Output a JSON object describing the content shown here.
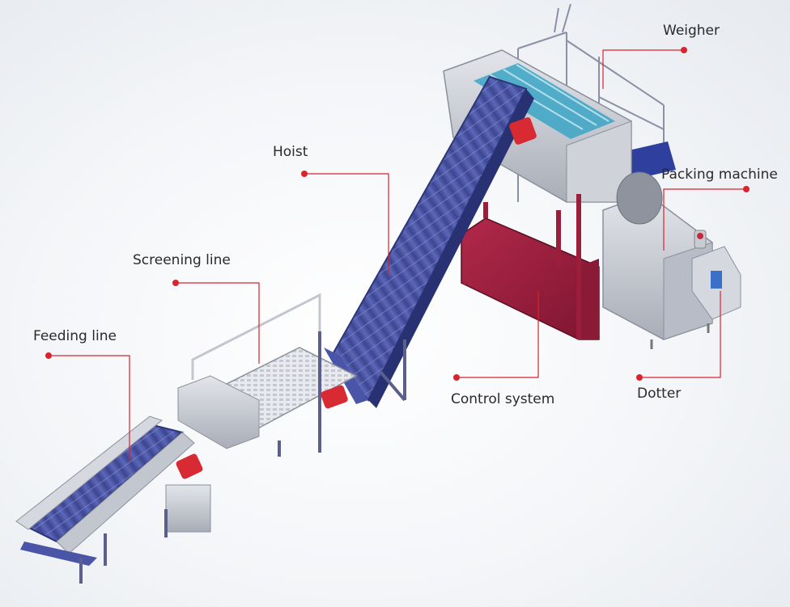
{
  "labels": {
    "weigher": "Weigher",
    "hoist": "Hoist",
    "packing_machine": "Packing machine",
    "screening_line": "Screening line",
    "feeding_line": "Feeding line",
    "control_system": "Control system",
    "dotter": "Dotter"
  },
  "colors": {
    "callout": "#d9232e",
    "belt": "#4a55a8",
    "cabinet": "#9b1f3a",
    "frame": "#5a5f8c",
    "steel": "#c9ccd3"
  }
}
